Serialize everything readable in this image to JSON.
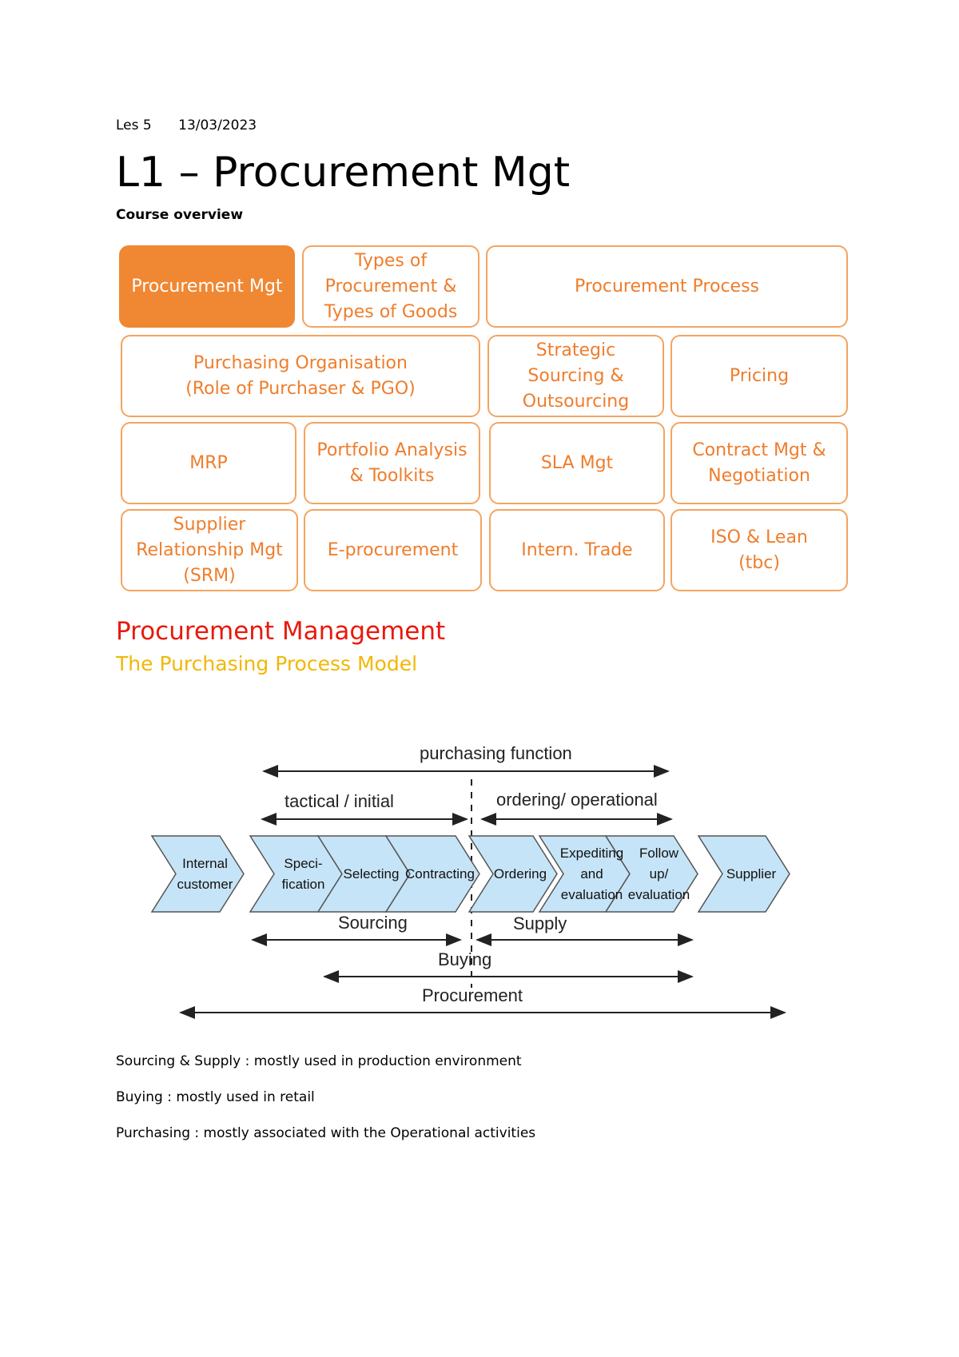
{
  "header": {
    "lesson": "Les 5",
    "date": "13/03/2023"
  },
  "title": "L1 – Procurement Mgt",
  "overview_label": "Course overview",
  "course_grid": [
    {
      "label": "Procurement Mgt"
    },
    {
      "label": "Types of Procurement & Types of Goods"
    },
    {
      "label": "Procurement Process"
    },
    {
      "label": "Purchasing Organisation (Role of Purchaser & PGO)"
    },
    {
      "label": "Strategic Sourcing & Outsourcing"
    },
    {
      "label": "Pricing"
    },
    {
      "label": "MRP"
    },
    {
      "label": "Portfolio Analysis & Toolkits"
    },
    {
      "label": "SLA Mgt"
    },
    {
      "label": "Contract Mgt & Negotiation"
    },
    {
      "label": "Supplier Relationship Mgt (SRM)"
    },
    {
      "label": "E-procurement"
    },
    {
      "label": "Intern. Trade"
    },
    {
      "label": "ISO & Lean (tbc)"
    }
  ],
  "section_title": "Procurement Management",
  "section_subtitle": "The Purchasing Process Model",
  "diagram": {
    "purchasing_function": "purchasing function",
    "tactical": "tactical / initial",
    "ordering_operational": "ordering/ operational",
    "chevrons": [
      {
        "line1": "Internal",
        "line2": "customer",
        "line3": ""
      },
      {
        "line1": "Speci-",
        "line2": "fication",
        "line3": ""
      },
      {
        "line1": "Selecting",
        "line2": "",
        "line3": ""
      },
      {
        "line1": "Contracting",
        "line2": "",
        "line3": ""
      },
      {
        "line1": "Ordering",
        "line2": "",
        "line3": ""
      },
      {
        "line1": "Expediting",
        "line2": "and",
        "line3": "evaluation"
      },
      {
        "line1": "Follow",
        "line2": "up/",
        "line3": "evaluation"
      },
      {
        "line1": "Supplier",
        "line2": "",
        "line3": ""
      }
    ],
    "sourcing": "Sourcing",
    "supply": "Supply",
    "buying": "Buying",
    "procurement": "Procurement",
    "chevron_fill": "#c6e4f7",
    "chevron_stroke": "#555555"
  },
  "notes": [
    "Sourcing & Supply : mostly used in production environment",
    "Buying : mostly used in retail",
    "Purchasing : mostly associated with the Operational activities"
  ],
  "colors": {
    "accent_orange": "#f08732",
    "heading_red": "#e8190c",
    "heading_yellow": "#f2b705"
  }
}
